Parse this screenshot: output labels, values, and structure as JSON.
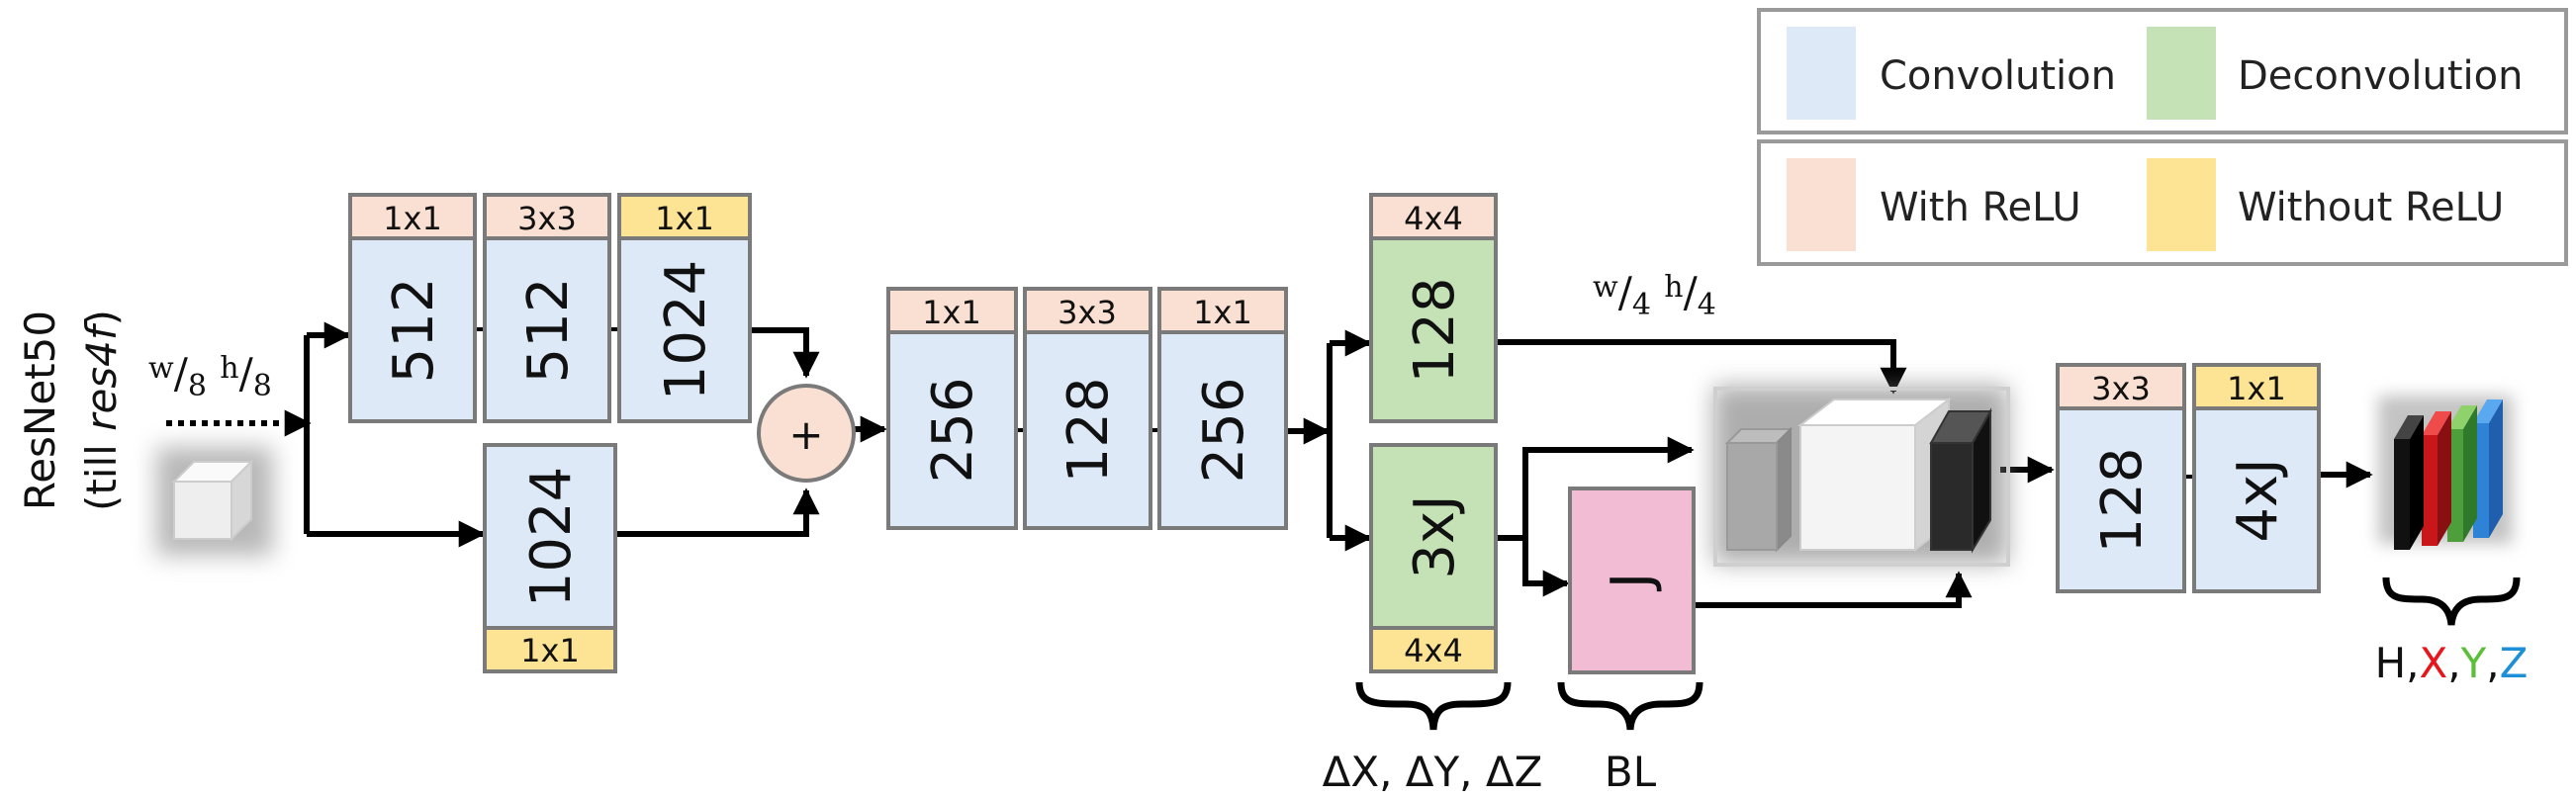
{
  "legend": {
    "convolution": "Convolution",
    "deconvolution": "Deconvolution",
    "with_relu": "With ReLU",
    "without_relu": "Without ReLU"
  },
  "colors": {
    "convolution": "#dde9f6",
    "deconvolution": "#c4e2b5",
    "with_relu": "#fae0d2",
    "without_relu": "#fde394",
    "joint_block": "#f2bcd4",
    "x_label": "#e8161b",
    "y_label": "#5cbf3a",
    "z_label": "#1e90d8"
  },
  "input": {
    "title_line1": "ResNet50",
    "title_line2_prefix": "(till ",
    "title_line2_italic": "res4f",
    "title_line2_suffix": ")",
    "w_num": "w",
    "w_den": "8",
    "h_num": "h",
    "h_den": "8"
  },
  "branch_top": [
    {
      "kernel": "1x1",
      "channels": "512"
    },
    {
      "kernel": "3x3",
      "channels": "512"
    },
    {
      "kernel": "1x1",
      "channels": "1024"
    }
  ],
  "branch_skip": {
    "kernel": "1x1",
    "channels": "1024"
  },
  "add_symbol": "+",
  "middle": [
    {
      "kernel": "1x1",
      "channels": "256"
    },
    {
      "kernel": "3x3",
      "channels": "128"
    },
    {
      "kernel": "1x1",
      "channels": "256"
    }
  ],
  "deconv_top": {
    "kernel": "4x4",
    "channels": "128"
  },
  "deconv_bottom": {
    "kernel": "4x4",
    "channels": "3xJ"
  },
  "joint_block": "J",
  "upsample_label": {
    "w_num": "w",
    "w_den": "4",
    "h_num": "h",
    "h_den": "4"
  },
  "final": [
    {
      "kernel": "3x3",
      "channels": "128"
    },
    {
      "kernel": "1x1",
      "channels": "4xJ"
    }
  ],
  "brace_labels": {
    "delta": "ΔX, ΔY, ΔZ",
    "bl": "BL"
  },
  "output": {
    "h": "H,",
    "x": "X",
    "comma1": ",",
    "y": "Y",
    "comma2": ",",
    "z": "Z"
  }
}
